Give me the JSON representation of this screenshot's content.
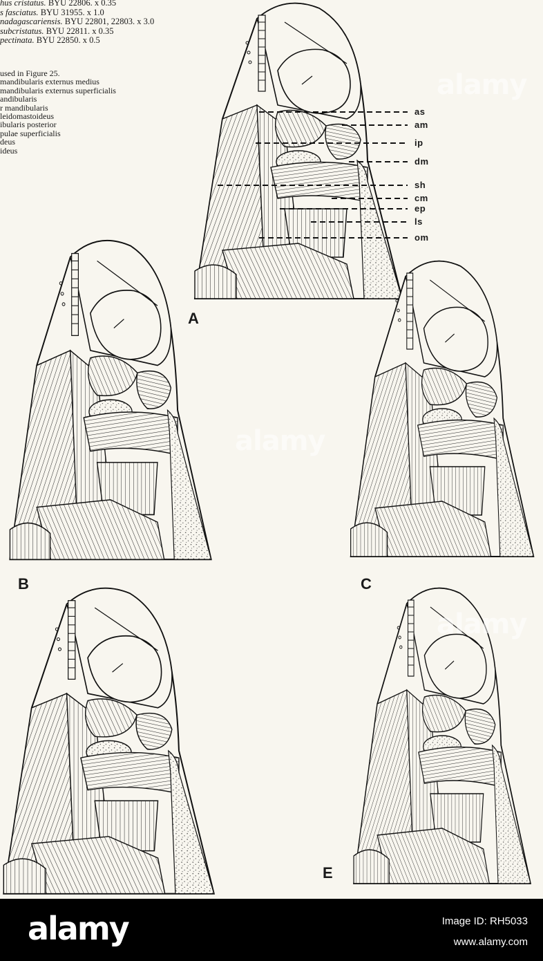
{
  "caption": {
    "lines": [
      {
        "italic": "hus cristatus.",
        "rest": " BYU 22806. x 0.35"
      },
      {
        "italic": "s fasciatus.",
        "rest": " BYU 31955. x 1.0"
      },
      {
        "italic": "nadagascariensis.",
        "rest": " BYU 22801, 22803. x 3.0"
      },
      {
        "italic": "subcristatus.",
        "rest": " BYU 22811. x 0.35"
      },
      {
        "italic": "pectinata.",
        "rest": " BYU 22850. x 0.5"
      }
    ]
  },
  "abbreviations": [
    "used in Figure 25.",
    "mandibularis externus medius",
    "mandibularis externus superficialis",
    "andibularis",
    "r mandibularis",
    "leidomastoideus",
    "ibularis posterior",
    "pulae superficialis",
    "deus",
    "ideus"
  ],
  "lead_labels": [
    "as",
    "am",
    "ip",
    "dm",
    "sh",
    "cm",
    "ep",
    "ls",
    "om"
  ],
  "panel_labels": {
    "a": "A",
    "b": "B",
    "c": "C",
    "e": "E"
  },
  "watermark": "alamy",
  "footer": {
    "logo": "alamy",
    "image_id": "Image ID: RH5033",
    "site": "www.alamy.com"
  }
}
